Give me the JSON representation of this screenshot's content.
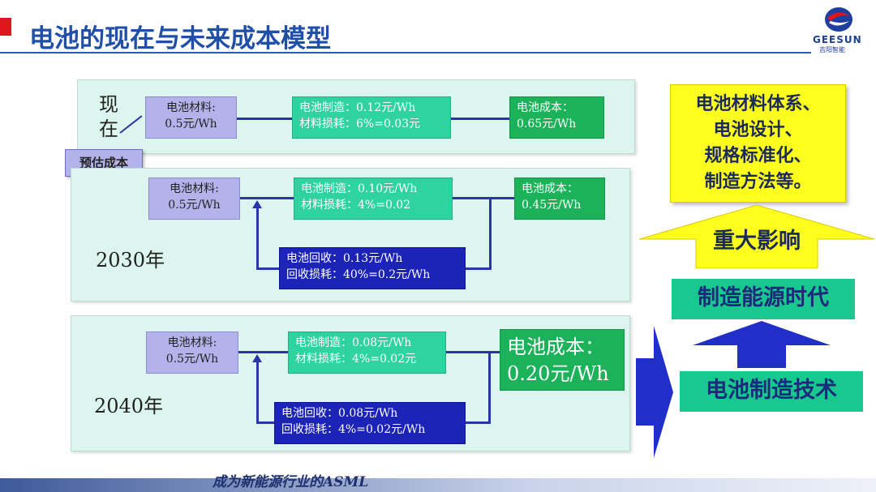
{
  "title": "电池的现在与未来成本模型",
  "logo": {
    "name": "GEESUN",
    "sub": "吉阳智能"
  },
  "now": {
    "label": "现\n在",
    "material": "电池材料:\n0.5元/Wh",
    "estimate_tag": "预估成本",
    "manufacture": "电池制造：0.12元/Wh\n材料损耗：6%=0.03元",
    "cost": "电池成本：\n0.65元/Wh"
  },
  "y2030": {
    "label": "2030年",
    "material": "电池材料:\n0.5元/Wh",
    "manufacture": "电池制造：0.10元/Wh\n材料损耗：4%=0.02",
    "cost": "电池成本：\n0.45元/Wh",
    "recycle": "电池回收：0.13元/Wh\n回收损耗：40%=0.2元/Wh"
  },
  "y2040": {
    "label": "2040年",
    "material": "电池材料:\n0.5元/Wh",
    "manufacture": "电池制造：0.08元/Wh\n材料损耗：4%=0.02元",
    "cost": "电池成本：\n0.20元/Wh",
    "recycle": "电池回收：0.08元/Wh\n回收损耗：4%=0.02元/Wh"
  },
  "side": {
    "box": "电池材料体系、\n电池设计、\n规格标准化、\n制造方法等。",
    "impact": "重大影响",
    "era": "制造能源时代",
    "tech": "电池制造技术"
  },
  "footer": "成为新能源行业的ASML",
  "colors": {
    "title": "#1f4fa8",
    "panel": "#dcf5ee",
    "material": "#b4b2ea",
    "manufacture": "#2ed3a0",
    "cost": "#1bb25a",
    "recycle": "#1c24b8",
    "side_yellow": "#fdfd1e",
    "side_teal": "#19c88f",
    "arrow": "#1f2fc8"
  }
}
